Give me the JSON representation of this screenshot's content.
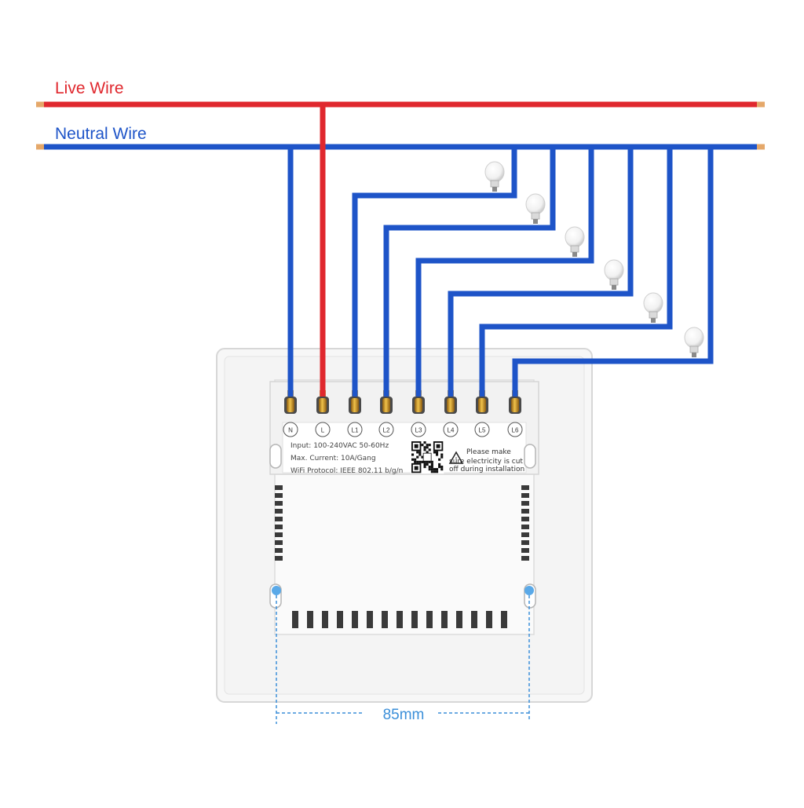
{
  "wires": {
    "live_label": "Live Wire",
    "neutral_label": "Neutral Wire",
    "live_color": "#e0282e",
    "neutral_color": "#1e54c8",
    "tip_color": "#e5a86a"
  },
  "terminals": [
    "N",
    "L",
    "L1",
    "L2",
    "L3",
    "L4",
    "L5",
    "L6"
  ],
  "loads": [
    "bulb",
    "bulb",
    "bulb",
    "bulb",
    "bulb",
    "bulb"
  ],
  "specs": {
    "input": "Input: 100-240VAC 50-60Hz",
    "current": "Max. Current: 10A/Gang",
    "protocol": "WiFi Protocol: IEEE 802.11 b/g/n"
  },
  "warning": {
    "line1": "Please make",
    "line2": "sure electricity is cut",
    "line3": "off during installation"
  },
  "dimension": {
    "label": "85mm",
    "color": "#3b8fd9"
  }
}
